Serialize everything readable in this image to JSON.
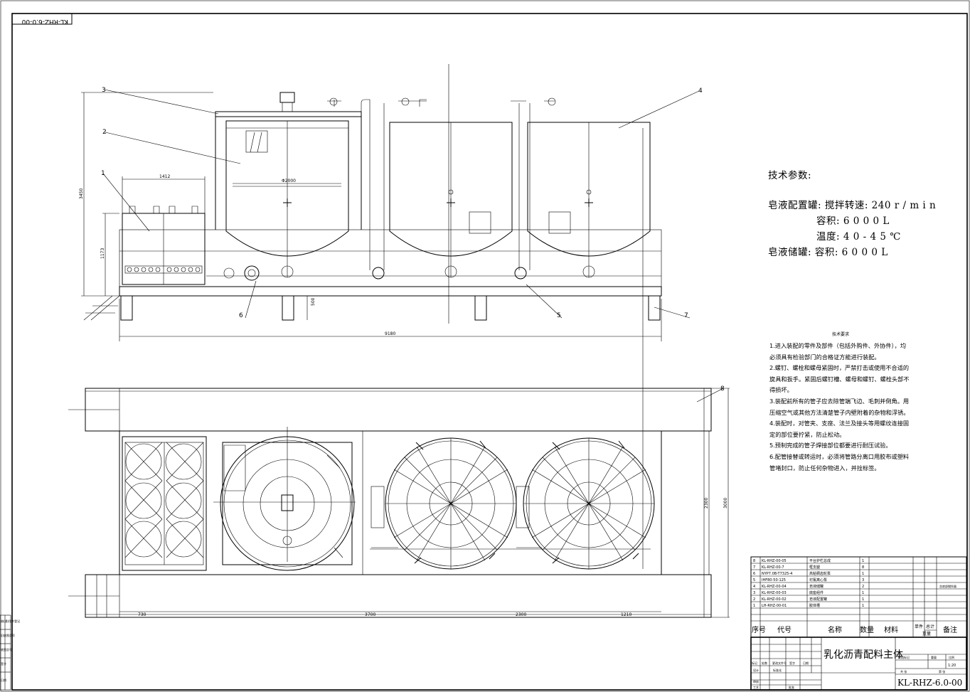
{
  "drawing_code_rotated": "KL-RHZ-6.0-00",
  "tech_params": {
    "heading": "技术参数:",
    "lines": [
      "皂液配置罐: 搅拌转速: 240 r / m i n",
      "容积: 6 0 0 0 L",
      "温度: 4 0 - 4 5 ℃",
      "皂液储罐:   容积: 6 0 0 0 L"
    ]
  },
  "tech_requirements": {
    "heading": "技术要求",
    "items": [
      "1.进入装配的零件及部件（包括外购件、外协件），均必须具有检验部门的合格证方能进行装配。",
      "2.螺钉、螺栓和螺母紧固时，严禁打击或使用不合适的旋具和扳手。紧固后螺钉槽、螺母和螺钉、螺栓头部不得损坏。",
      "3.装配前所有的管子应去除管端飞边、毛刺并倒角。用压缩空气或其他方法清楚管子内壁附着的杂物和浮锈。",
      "4.装配时，对管夹、支座、法兰及接头等用螺纹连接固定的部位要拧紧，防止松动。",
      "5.预制完成的管子焊接部位都要进行耐压试验。",
      "6.配管接替或转运时，必须将管路分离口用胶布或塑料管堵封口，防止任何杂物进入，并拴标签。"
    ]
  },
  "callouts": [
    "1",
    "2",
    "3",
    "4",
    "5",
    "6",
    "7",
    "8"
  ],
  "dimensions": {
    "top_width": "1412",
    "overall_height": "3450",
    "frame_height": "1173",
    "leg_height": "500",
    "tank_dia": "Φ2000",
    "overall_length": "9180",
    "plan_1": "730",
    "plan_2": "3700",
    "plan_3": "2300",
    "plan_4": "1210",
    "plan_width_a": "2300",
    "plan_width_b": "3000"
  },
  "bom": {
    "rows": [
      {
        "no": "8",
        "code": "KL-RHZ-00-05",
        "name": "平台护栏总成",
        "qty": "1",
        "remark": ""
      },
      {
        "no": "7",
        "code": "KL-RHZ-00-7",
        "name": "框支腿",
        "qty": "8",
        "remark": ""
      },
      {
        "no": "6",
        "code": "NYP7.0B-T7325-4",
        "name": "高粘稠齿轮泵",
        "qty": "1",
        "remark": ""
      },
      {
        "no": "5",
        "code": "IHF80-50-125",
        "name": "衬氟离心泵",
        "qty": "3",
        "remark": ""
      },
      {
        "no": "4",
        "code": "KL-RHZ-00-04",
        "name": "皂液储罐",
        "qty": "2",
        "remark": "含底部搅拌器"
      },
      {
        "no": "3",
        "code": "KL-RHZ-00-03",
        "name": "底座组件",
        "qty": "1",
        "remark": ""
      },
      {
        "no": "2",
        "code": "KL-RHZ-00-02",
        "name": "皂液配置罐",
        "qty": "1",
        "remark": ""
      },
      {
        "no": "1",
        "code": "LH-RHZ-00-01",
        "name": "胶体槽",
        "qty": "1",
        "remark": ""
      }
    ],
    "header": {
      "no": "序号",
      "code": "代号",
      "name": "名称",
      "qty": "数量",
      "material": "材料",
      "unit_w": "单件",
      "total_w": "总计",
      "weight": "重量",
      "remark": "备注"
    }
  },
  "title_block": {
    "title": "乳化沥青配料主体",
    "drawing_no": "KL-RHZ-6.0-00",
    "scale": "1:20",
    "labels": [
      "标记",
      "处数",
      "更改文件号",
      "签字",
      "日期",
      "设计",
      "审核",
      "工艺",
      "阶段标记",
      "重量",
      "比例",
      "共 张",
      "第 张",
      "标准化",
      "批准"
    ]
  },
  "left_strip": [
    "借(通)用件登记",
    "旧底图总号",
    "底图总号",
    "签字",
    "日期"
  ]
}
